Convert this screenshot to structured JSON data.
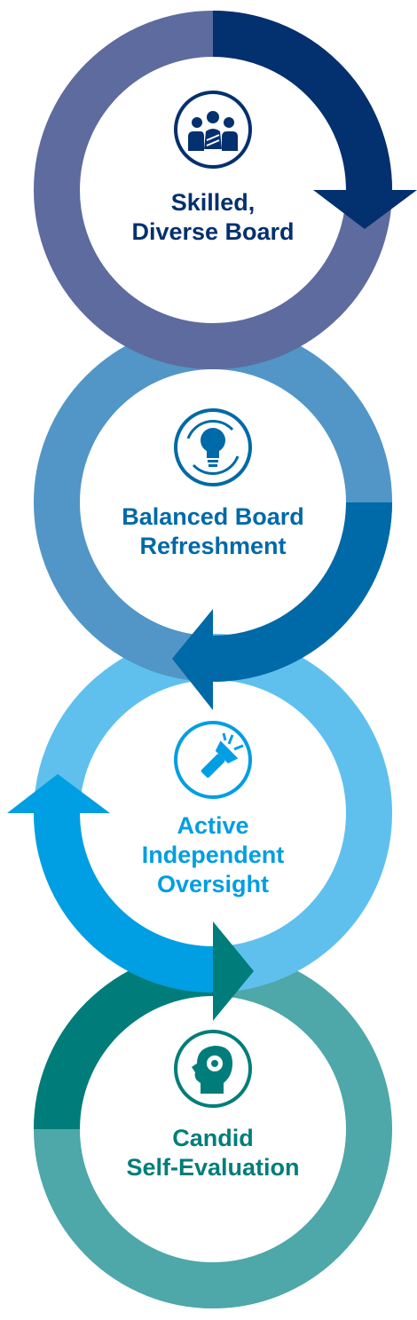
{
  "steps": [
    {
      "lines": [
        "Skilled,",
        "Diverse Board"
      ],
      "icon": "board-members-icon",
      "ring_light": "#5E6B9E",
      "ring_dark": "#03306E",
      "text_color": "#03306E"
    },
    {
      "lines": [
        "Balanced Board",
        "Refreshment"
      ],
      "icon": "lightbulb-refresh-icon",
      "ring_light": "#5196C6",
      "ring_dark": "#0069A7",
      "text_color": "#0069A7"
    },
    {
      "lines": [
        "Active",
        "Independent",
        "Oversight"
      ],
      "icon": "flashlight-icon",
      "ring_light": "#5FC0EE",
      "ring_dark": "#009EE2",
      "text_color": "#009EE2"
    },
    {
      "lines": [
        "Candid",
        "Self-Evaluation"
      ],
      "icon": "head-gear-icon",
      "ring_light": "#4EA7A8",
      "ring_dark": "#007D7A",
      "text_color": "#007D7A"
    }
  ]
}
